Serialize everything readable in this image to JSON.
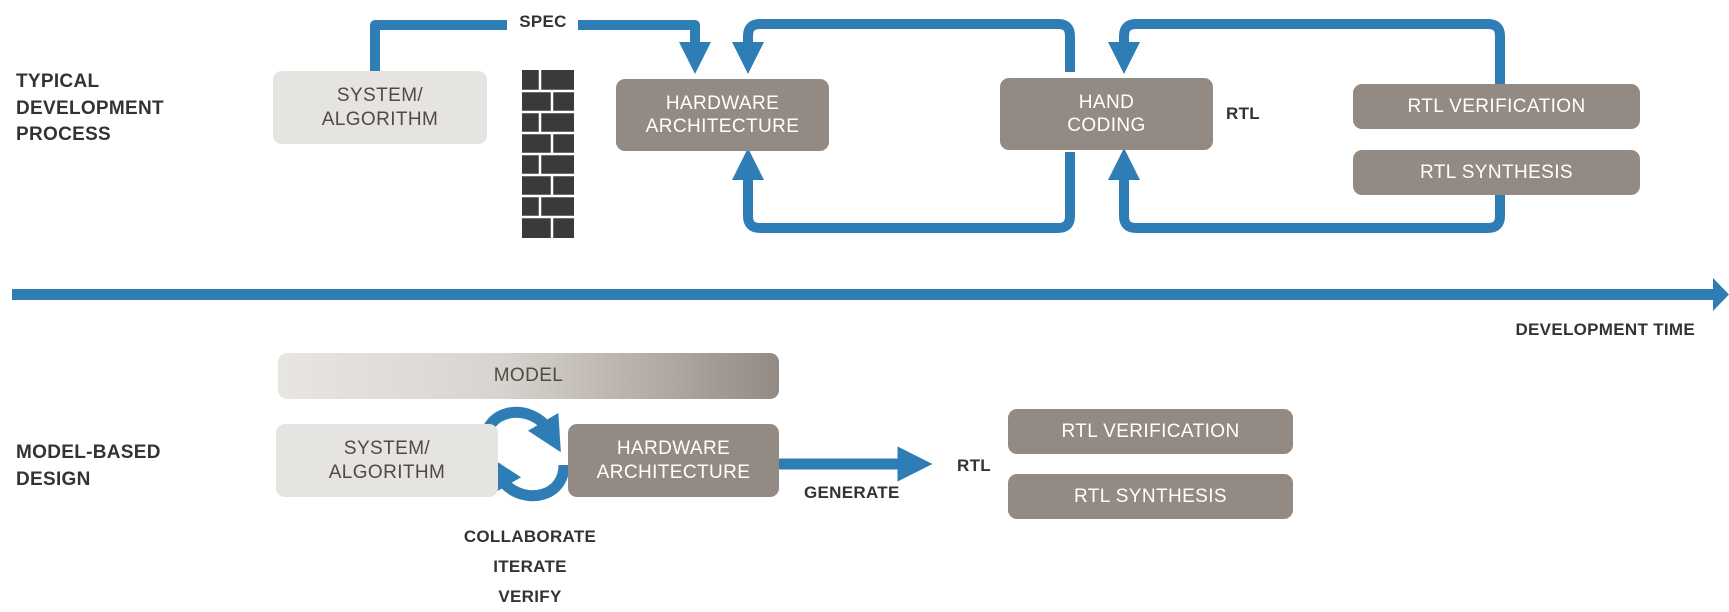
{
  "typical": {
    "title": "TYPICAL\nDEVELOPMENT\nPROCESS",
    "spec_label": "SPEC",
    "system_algorithm": "SYSTEM/\nALGORITHM",
    "hardware_architecture": "HARDWARE\nARCHITECTURE",
    "hand_coding": "HAND\nCODING",
    "rtl_label": "RTL",
    "rtl_verification": "RTL VERIFICATION",
    "rtl_synthesis": "RTL SYNTHESIS"
  },
  "timeline": {
    "label": "DEVELOPMENT TIME"
  },
  "model_based": {
    "title": "MODEL-BASED\nDESIGN",
    "model": "MODEL",
    "system_algorithm": "SYSTEM/\nALGORITHM",
    "hardware_architecture": "HARDWARE\nARCHITECTURE",
    "generate_label": "GENERATE",
    "rtl_label": "RTL",
    "rtl_verification": "RTL VERIFICATION",
    "rtl_synthesis": "RTL SYNTHESIS",
    "cycle_labels": "COLLABORATE\nITERATE\nVERIFY"
  },
  "colors": {
    "arrow": "#2e7db5",
    "light_box": "#e6e4e0",
    "dark_box": "#948a84",
    "wall": "#3a3a3a",
    "text": "#333333"
  }
}
